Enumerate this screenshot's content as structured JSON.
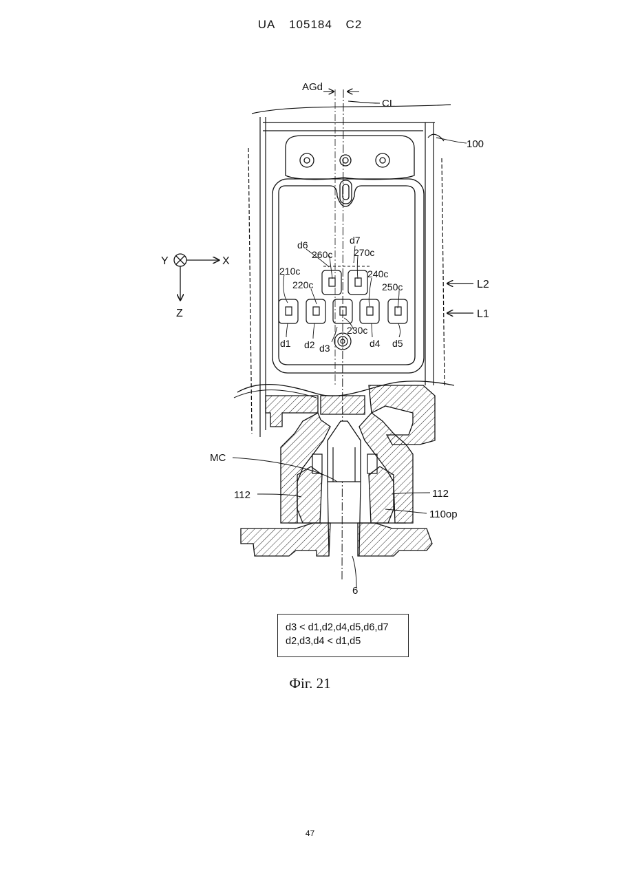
{
  "header": {
    "country": "UA",
    "number": "105184",
    "kind": "C2"
  },
  "figure": {
    "labels": {
      "agd": "AGd",
      "cl": "CL",
      "ref_100": "100",
      "axis_y": "Y",
      "axis_x": "X",
      "axis_z": "Z",
      "d6": "d6",
      "d7": "d7",
      "c260": "260c",
      "c270": "270c",
      "c210": "210c",
      "c220": "220c",
      "c240": "240c",
      "c250": "250c",
      "c230": "230c",
      "l2": "L2",
      "l1": "L1",
      "d1": "d1",
      "d2": "d2",
      "d3": "d3",
      "d4": "d4",
      "d5": "d5",
      "mc": "MC",
      "ref_112_left": "112",
      "ref_112_right": "112",
      "ref_110op": "110op",
      "ref_6": "6"
    },
    "conditions": [
      "d3 < d1,d2,d4,d5,d6,d7",
      "d2,d3,d4 < d1,d5"
    ],
    "caption": "Фіг. 21"
  },
  "page_number": "47"
}
